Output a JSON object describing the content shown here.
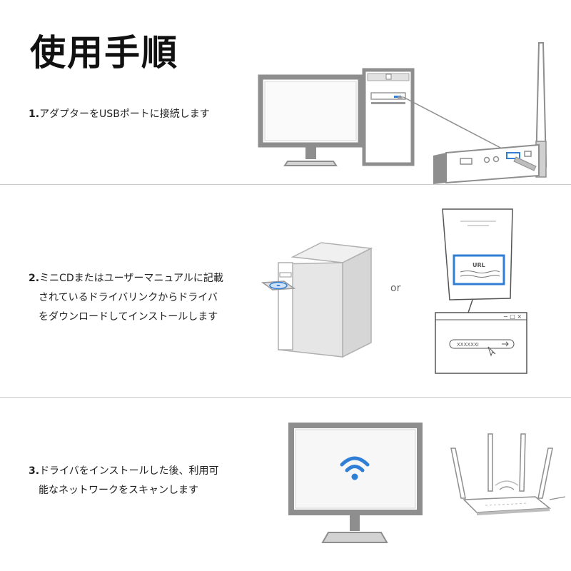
{
  "title": "使用手順",
  "steps": [
    {
      "number": "1.",
      "lines": [
        "アダプターをUSBポートに接続します"
      ]
    },
    {
      "number": "2.",
      "lines": [
        "ミニCDまたはユーザーマニュアルに記載",
        "されているドライバリンクからドライバ",
        "をダウンロードしてインストールします"
      ],
      "or_label": "or",
      "manual_url_label": "URL",
      "browser_field_text": "XXXXXXI"
    },
    {
      "number": "3.",
      "lines": [
        "ドライバをインストールした後、利用可",
        "能なネットワークをスキャンします"
      ]
    }
  ],
  "colors": {
    "accent": "#2f7fd6",
    "line": "#9a9a9a",
    "fill": "#e9e9e9",
    "screen": "#f2f2f2"
  },
  "icons": [
    "monitor-icon",
    "pc-tower-icon",
    "usb-adapter-icon",
    "cd-drive-icon",
    "user-manual-icon",
    "browser-window-icon",
    "wifi-icon",
    "router-icon"
  ]
}
